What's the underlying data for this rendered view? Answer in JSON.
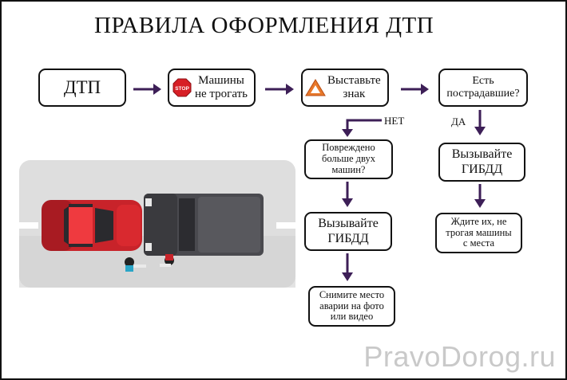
{
  "title": "ПРАВИЛА ОФОРМЛЕНИЯ ДТП",
  "colors": {
    "arrow": "#3d1f57",
    "red_car": "#c8232a",
    "gray_car": "#4a4a4f",
    "road": "#dcdcdc"
  },
  "steps": {
    "dtp": "ДТП",
    "dont_move": {
      "line1": "Машины",
      "line2": "не трогать",
      "icon": "stop-sign-icon",
      "icon_text": "STOP"
    },
    "place_sign": {
      "line1": "Выставьте",
      "line2": "знак",
      "icon": "warning-triangle-icon"
    },
    "injured": {
      "line1": "Есть",
      "line2": "пострадавшие?"
    },
    "damaged": {
      "line1": "Повреждено",
      "line2": "больше двух",
      "line3": "машин?"
    },
    "call_left": {
      "line1": "Вызывайте",
      "line2": "ГИБДД"
    },
    "call_right": {
      "line1": "Вызывайте",
      "line2": "ГИБДД"
    },
    "photo": {
      "line1": "Снимите место",
      "line2": "аварии на фото",
      "line3": "или видео"
    },
    "wait": {
      "line1": "Ждите их, не",
      "line2": "трогая машины",
      "line3": "с места"
    }
  },
  "branches": {
    "no": "НЕТ",
    "yes": "ДА"
  },
  "watermark": "PravoDorog.ru"
}
